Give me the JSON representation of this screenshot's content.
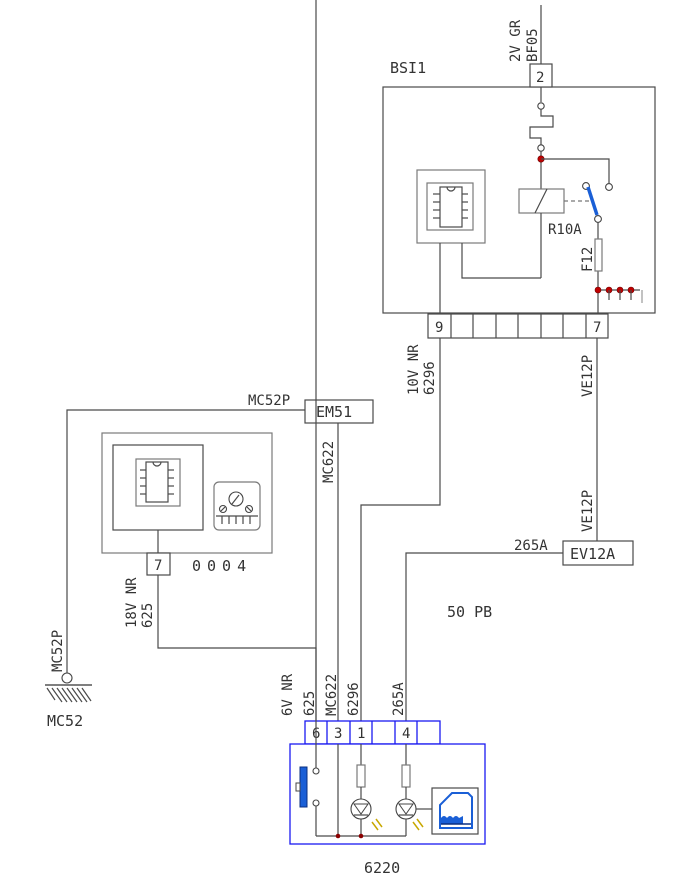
{
  "diagram": {
    "title_bsi": "BSI1",
    "bsi": {
      "top_connector_pin": "2",
      "top_wire_labels": [
        "2V GR",
        "BF05"
      ],
      "relay_label": "R10A",
      "fuse_label": "F12",
      "bottom_connector": {
        "pins": [
          "9",
          "",
          "",
          "",
          "",
          "",
          "",
          "7"
        ]
      }
    },
    "wires": {
      "w6296_labels": [
        "10V NR",
        "6296"
      ],
      "ve12p_top": "VE12P",
      "ve12p_bottom": "VE12P",
      "mc52p_top": "MC52P",
      "mc622_mid": "MC622",
      "w265a_label": "265A",
      "w625_labels": [
        "18V NR",
        "625"
      ],
      "ground_wire": "MC52P"
    },
    "connectors": {
      "em51": "EM51",
      "ev12a": "EV12A"
    },
    "instrument_panel": {
      "label": "0004",
      "pin": "7"
    },
    "ground": {
      "label": "MC52"
    },
    "harness_label": "50 PB",
    "component_6220": {
      "label": "6220",
      "connector_color_label": "6V NR",
      "wire_labels": [
        "625",
        "MC622",
        "6296",
        "265A"
      ],
      "pins": [
        "6",
        "3",
        "1",
        "",
        "4",
        ""
      ]
    },
    "colors": {
      "wire": "#4a4a4a",
      "junction": "#c00000",
      "switch_lever": "#1a5fd6",
      "component_outline": "#1a1af0"
    }
  }
}
